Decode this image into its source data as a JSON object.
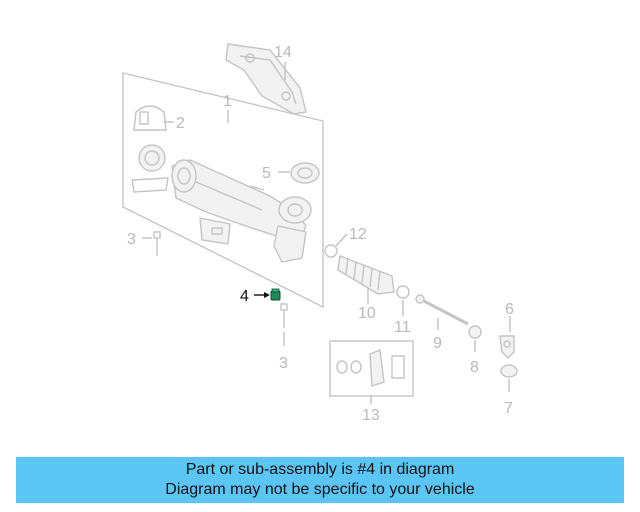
{
  "diagram": {
    "callouts": [
      {
        "id": "14",
        "label": "14"
      },
      {
        "id": "1",
        "label": "1"
      },
      {
        "id": "2",
        "label": "2"
      },
      {
        "id": "5",
        "label": "5"
      },
      {
        "id": "12",
        "label": "12"
      },
      {
        "id": "3a",
        "label": "3"
      },
      {
        "id": "4",
        "label": "4"
      },
      {
        "id": "6",
        "label": "6"
      },
      {
        "id": "10",
        "label": "10"
      },
      {
        "id": "11",
        "label": "11"
      },
      {
        "id": "9",
        "label": "9"
      },
      {
        "id": "8",
        "label": "8"
      },
      {
        "id": "3b",
        "label": "3"
      },
      {
        "id": "13",
        "label": "13"
      },
      {
        "id": "7",
        "label": "7"
      }
    ],
    "highlight_part": "4",
    "highlight_color": "#1f8a5a",
    "dim_color": "#c4c4c4"
  },
  "banner": {
    "line1": "Part or sub-assembly is #4 in diagram",
    "line2": "Diagram may not be specific to your vehicle",
    "color": "#5bc6f5"
  }
}
